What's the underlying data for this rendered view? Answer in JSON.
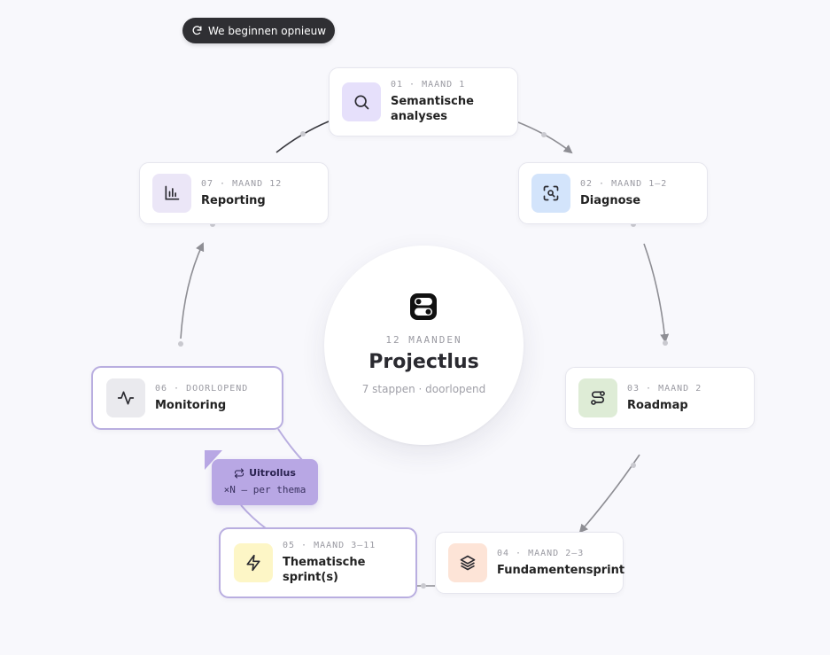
{
  "restart_button": {
    "label": "We beginnen opnieuw",
    "icon": "refresh-icon"
  },
  "center": {
    "duration": "12 MAANDEN",
    "title": "Projectlus",
    "subtitle": "7 stappen · doorlopend",
    "logo": "toggle-logo"
  },
  "steps": [
    {
      "step": "01 · MAAND 1",
      "title": "Semantische analyses",
      "icon": "search-icon",
      "color": "#e6e0fb"
    },
    {
      "step": "02 · MAAND 1–2",
      "title": "Diagnose",
      "icon": "scan-search-icon",
      "color": "#d3e4fb"
    },
    {
      "step": "03 · MAAND 2",
      "title": "Roadmap",
      "icon": "route-icon",
      "color": "#deecd6"
    },
    {
      "step": "04 · MAAND 2–3",
      "title": "Fundamentensprint",
      "icon": "layers-icon",
      "color": "#fde4d7"
    },
    {
      "step": "05 · MAAND 3–11",
      "title": "Thematische sprint(s)",
      "icon": "zap-icon",
      "color": "#fdf6c6"
    },
    {
      "step": "06 · DOORLOPEND",
      "title": "Monitoring",
      "icon": "activity-icon",
      "color": "#eaeaee"
    },
    {
      "step": "07 · MAAND 12",
      "title": "Reporting",
      "icon": "bar-chart-icon",
      "color": "#ebe6f7"
    }
  ],
  "loop_badge": {
    "title": "Uitrollus",
    "subtitle": "×N — per thema",
    "icon": "repeat-icon",
    "color": "#b8a7e4"
  },
  "colors": {
    "accent": "#b8a7e4",
    "dark": "#2f2f33",
    "connector": "#8e8e94"
  }
}
